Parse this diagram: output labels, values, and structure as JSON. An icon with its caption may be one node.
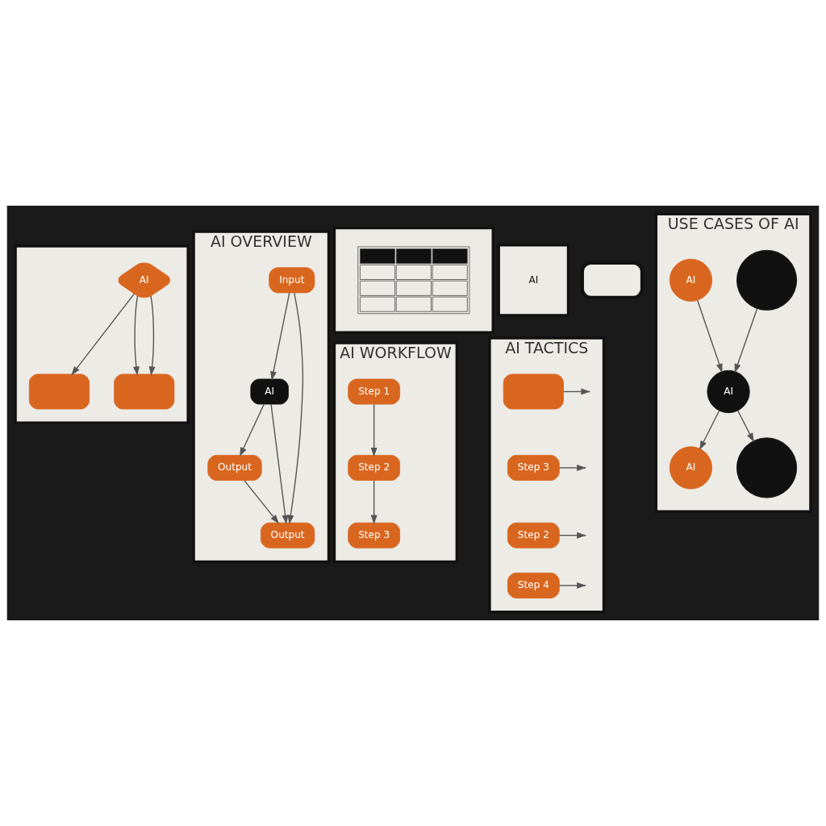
{
  "diagram": {
    "nodes": [
      {
        "text": [],
        "shape": "box"
      },
      {
        "text": [
          "AI"
        ],
        "in": 0
      },
      {
        "text": [],
        "shape": "box",
        "in": 0
      },
      {
        "text": [],
        "shape": "box",
        "in": 0
      },
      {
        "text": [
          "AI OVERVIEW"
        ]
      },
      {
        "text": [
          "Input"
        ],
        "in": 4
      },
      {
        "text": [
          "AI"
        ],
        "in": 4
      },
      {
        "text": [
          "Output"
        ],
        "in": 4
      },
      {
        "text": [
          "Output"
        ],
        "in": 4
      },
      {
        "text": [
          "AI WORKFLOW"
        ]
      },
      {
        "text": [
          "Step 1"
        ],
        "in": 9
      },
      {
        "text": [
          "Step 2"
        ],
        "in": 9
      },
      {
        "text": [
          "Step 3"
        ],
        "in": 9
      },
      {
        "text": [],
        "shape": "box"
      },
      {
        "text": [],
        "shape": "table",
        "in": 13
      },
      {
        "text": [],
        "shape": "box"
      },
      {
        "text": [
          "AI"
        ],
        "in": 15
      },
      {
        "text": [
          "AI TACTICS"
        ]
      },
      {
        "text": [],
        "shape": "box",
        "in": 17
      },
      {
        "text": [
          "Step 3"
        ],
        "in": 17
      },
      {
        "text": [
          "Step 2"
        ],
        "in": 17
      },
      {
        "text": [
          "Step 4"
        ],
        "in": 17
      },
      {
        "text": [],
        "shape": "box"
      },
      {
        "text": [
          "USE CASES OF AI"
        ]
      },
      {
        "text": [],
        "shape": "circle",
        "in": 23
      },
      {
        "text": [
          "AI"
        ],
        "in": 23
      },
      {
        "text": [
          "AI"
        ],
        "in": 23
      },
      {
        "text": [
          "AI"
        ],
        "in": 23
      },
      {
        "text": [],
        "shape": "circle",
        "in": 23
      }
    ],
    "edges": [
      {
        "from": 1,
        "to": 2,
        "arrow": "to"
      },
      {
        "from": 1,
        "to": 3,
        "arrow": "to"
      },
      {
        "from": 1,
        "to": 3,
        "arrow": "to"
      },
      {
        "from": 5,
        "to": 6,
        "arrow": "to"
      },
      {
        "from": 6,
        "to": 7,
        "arrow": "to"
      },
      {
        "from": 6,
        "to": 8,
        "arrow": "to"
      },
      {
        "from": 5,
        "to": 8,
        "arrow": "to"
      },
      {
        "from": 7,
        "to": 8,
        "arrow": "to"
      },
      {
        "from": 10,
        "to": 11,
        "arrow": "to"
      },
      {
        "from": 11,
        "to": 12,
        "arrow": "to"
      },
      {
        "from": 18,
        "to": null,
        "arrow": "to"
      },
      {
        "from": 19,
        "to": null,
        "arrow": "to"
      },
      {
        "from": 20,
        "to": null,
        "arrow": "to"
      },
      {
        "from": 21,
        "to": null,
        "arrow": "to"
      },
      {
        "from": 24,
        "to": 25,
        "arrow": "to"
      },
      {
        "from": 25,
        "to": 26,
        "arrow": "to"
      },
      {
        "from": 27,
        "to": 25,
        "arrow": "to"
      },
      {
        "from": 25,
        "to": 28,
        "arrow": "to"
      }
    ]
  }
}
